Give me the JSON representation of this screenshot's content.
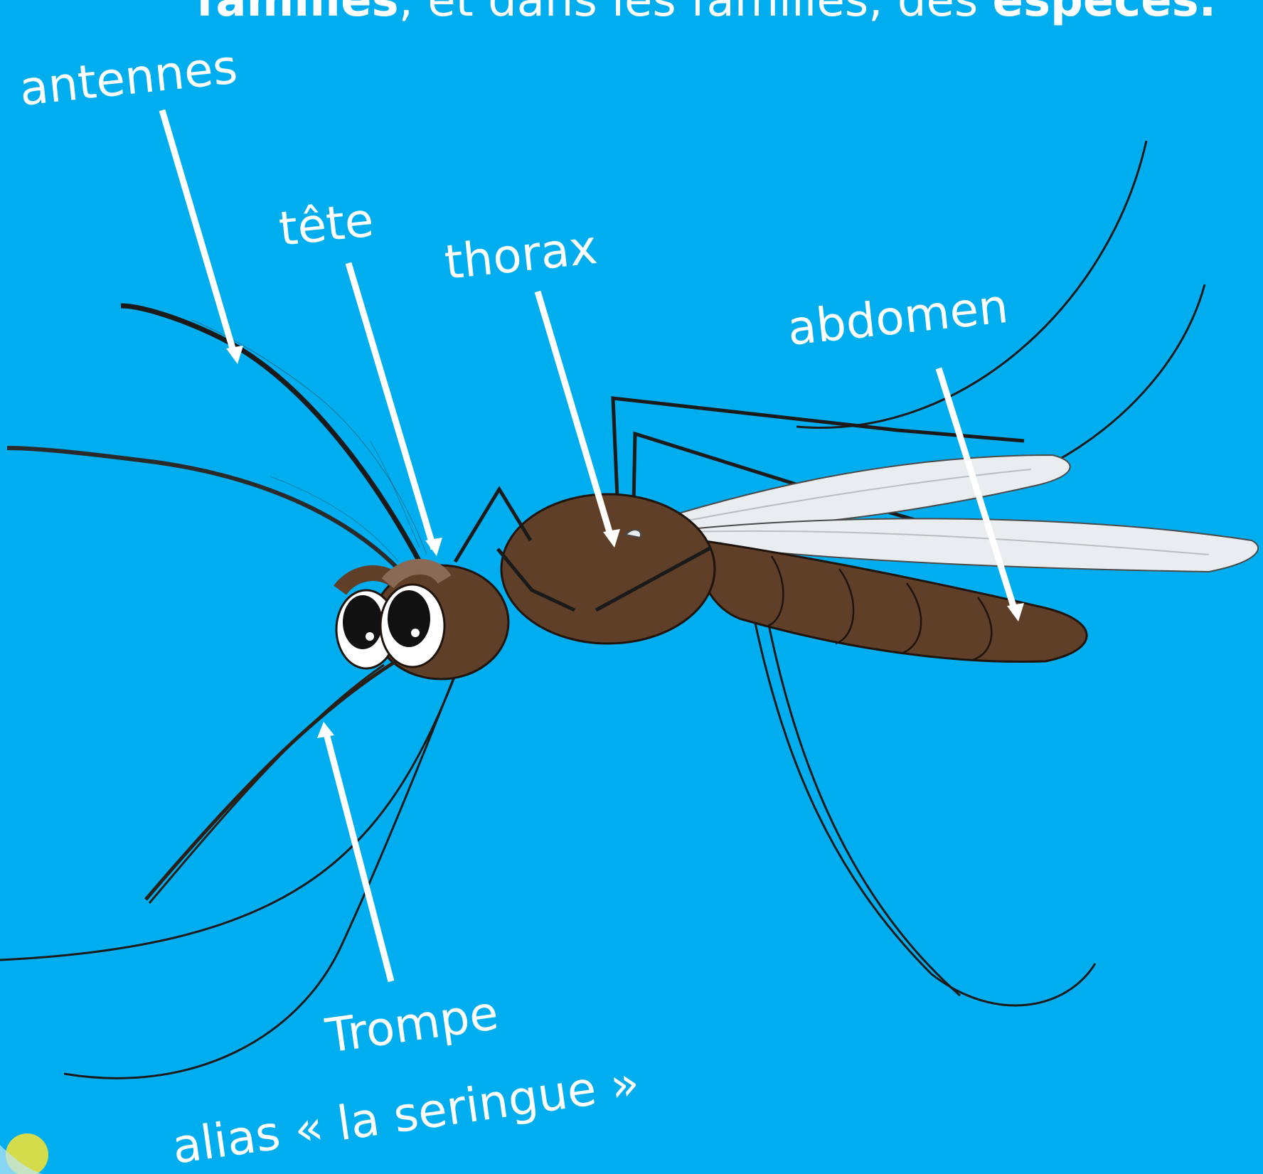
{
  "header": {
    "line_part1": "familles",
    "line_part2": ", et dans les familles, des ",
    "line_part3": "espèces."
  },
  "labels": {
    "antennae": "antennes",
    "head": "tête",
    "thorax": "thorax",
    "abdomen": "abdomen",
    "proboscis_line1": "Trompe",
    "proboscis_line2": "alias « la seringue »"
  },
  "colors": {
    "background": "#00aeef",
    "body": "#5f3f27",
    "wing": "#e9edf0",
    "label": "#ffffff",
    "corner_dot": "#d4dc4b"
  }
}
